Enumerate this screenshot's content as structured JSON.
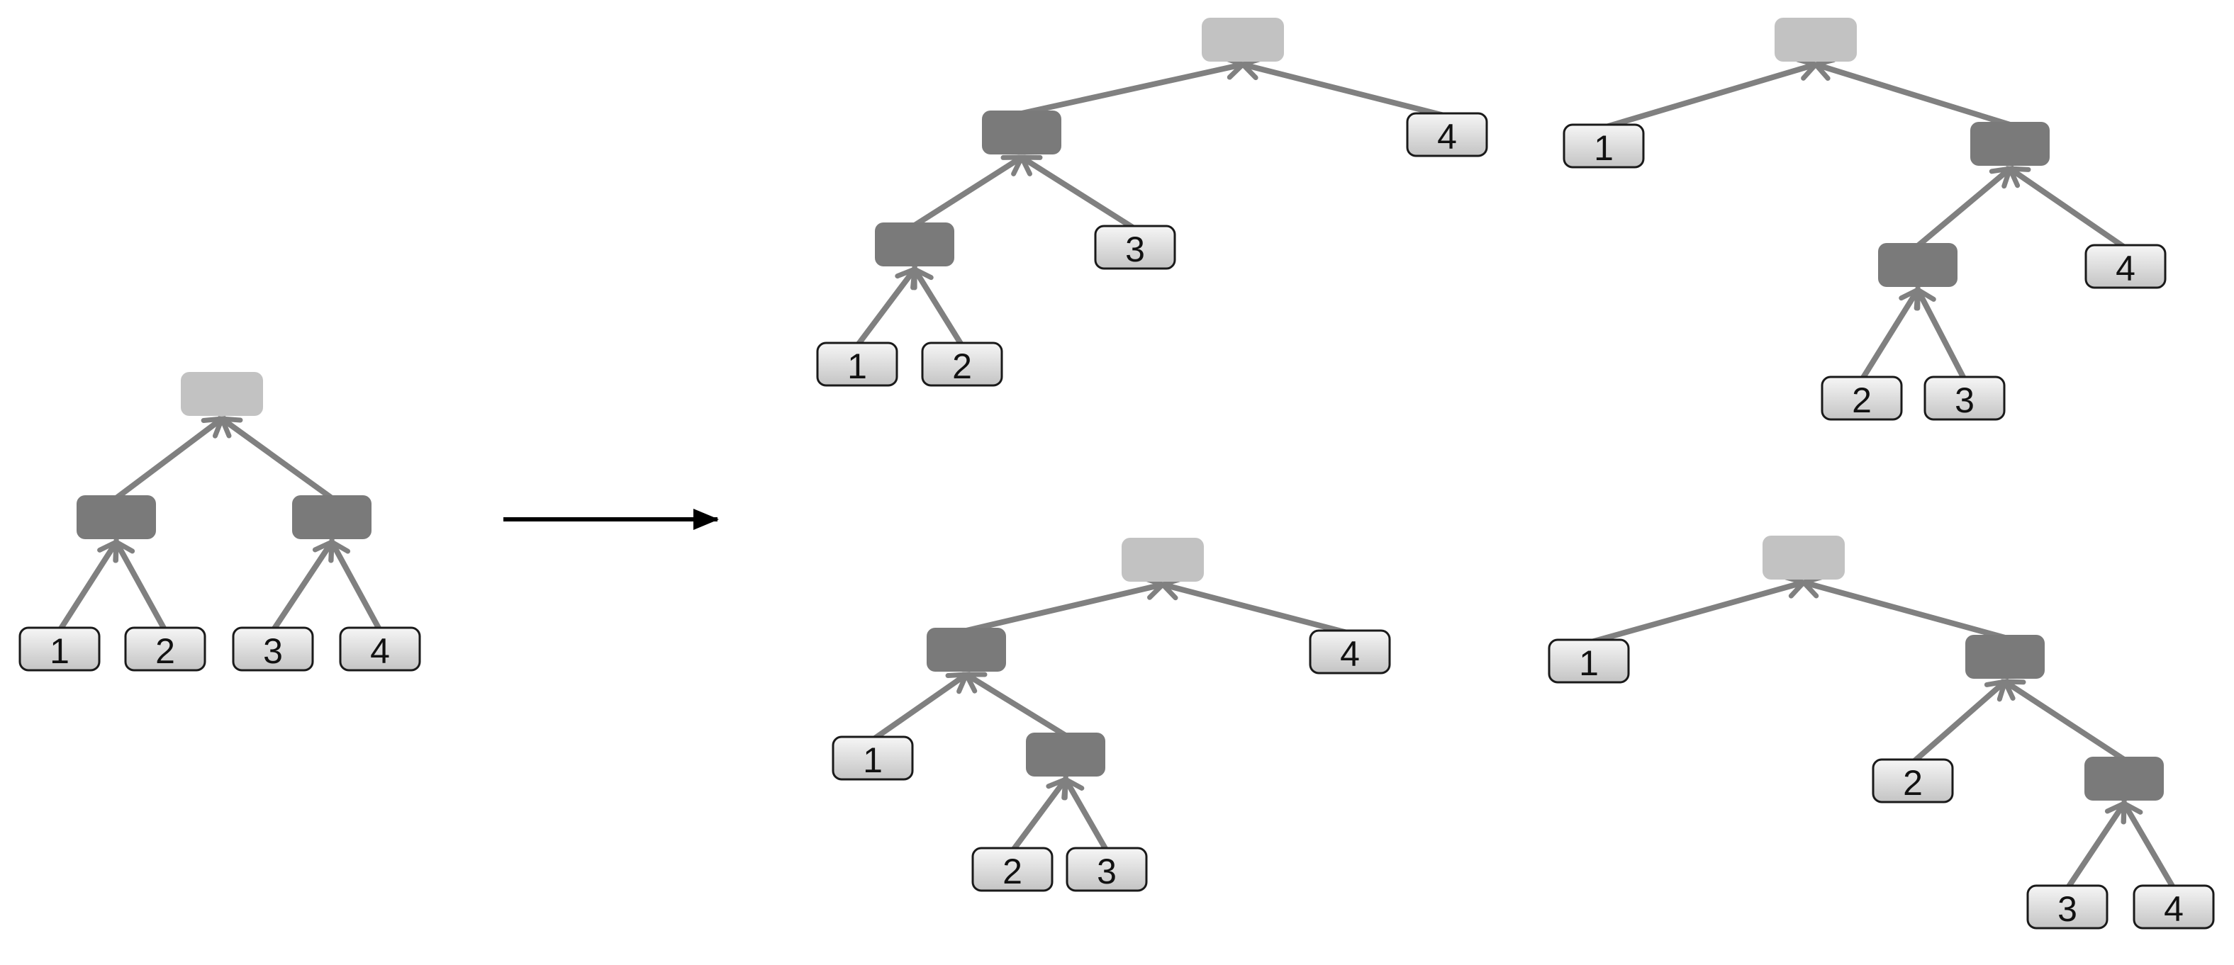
{
  "colors": {
    "root_node": "#c2c2c2",
    "inner_node": "#7a7a7a",
    "leaf_fill_top": "#f4f4f4",
    "leaf_fill_bottom": "#c8c8c8",
    "leaf_border": "#1a1a1a",
    "edge": "#808080",
    "main_arrow": "#000000"
  },
  "diagram": {
    "description_icon": "tree-diagram",
    "source_tree": {
      "root": "root",
      "children": [
        {
          "id": "a",
          "children": [
            "1",
            "2"
          ]
        },
        {
          "id": "b",
          "children": [
            "3",
            "4"
          ]
        }
      ]
    },
    "transform_arrow": "main-arrow",
    "result_trees": [
      {
        "id": "left-comb",
        "leaves": [
          "1",
          "2",
          "3",
          "4"
        ]
      },
      {
        "id": "right-caterpillar-inner",
        "leaves": [
          "1",
          "2",
          "3",
          "4"
        ]
      },
      {
        "id": "left-inner",
        "leaves": [
          "1",
          "2",
          "3",
          "4"
        ]
      },
      {
        "id": "right-comb",
        "leaves": [
          "1",
          "2",
          "3",
          "4"
        ]
      }
    ]
  },
  "leaf_labels": {
    "src_1": "1",
    "src_2": "2",
    "src_3": "3",
    "src_4": "4",
    "t1_1": "1",
    "t1_2": "2",
    "t1_3": "3",
    "t1_4": "4",
    "t2_1": "1",
    "t2_2": "2",
    "t2_3": "3",
    "t2_4": "4",
    "t3_1": "1",
    "t3_2": "2",
    "t3_3": "3",
    "t3_4": "4",
    "t4_1": "1",
    "t4_2": "2",
    "t4_3": "3",
    "t4_4": "4"
  }
}
